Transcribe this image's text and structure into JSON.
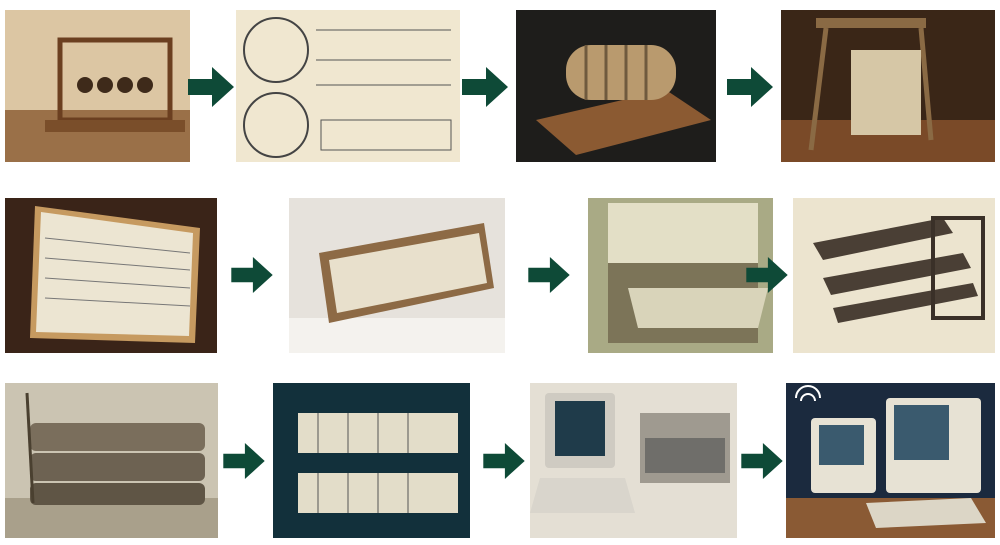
{
  "colors": {
    "arrow": "#0e4a37",
    "background": "#ffffff"
  },
  "rows": [
    {
      "panels": [
        {
          "icon": "gymnasium-rack-photo",
          "bg": "#d9c3a0",
          "fg": "#7a4e2a"
        },
        {
          "icon": "diagram-sheet-photo",
          "bg": "#efe6cf",
          "fg": "#4a4a48"
        },
        {
          "icon": "drum-device-photo",
          "bg": "#1f1e1c",
          "fg": "#b99a6e"
        },
        {
          "icon": "loom-frame-photo",
          "bg": "#3a2617",
          "fg": "#d6c7a6"
        }
      ]
    },
    {
      "panels": [
        {
          "icon": "framed-table-photo",
          "bg": "#3a2418",
          "fg": "#e9e2cf"
        },
        {
          "icon": "desk-panel-photo",
          "bg": "#e6e2dc",
          "fg": "#8d6a45"
        },
        {
          "icon": "outdoor-machine-photo",
          "bg": "#a9aa85",
          "fg": "#e3dfc6"
        },
        {
          "icon": "metal-rail-photo",
          "bg": "#ece4cf",
          "fg": "#4a3f35"
        }
      ]
    },
    {
      "panels": [
        {
          "icon": "log-stack-photo",
          "bg": "#c9c2b0",
          "fg": "#6d6252"
        },
        {
          "icon": "card-racks-photo",
          "bg": "#12303b",
          "fg": "#e3ddc9"
        },
        {
          "icon": "retro-computer-photo",
          "bg": "#e2ddd2",
          "fg": "#6f6e6a"
        },
        {
          "icon": "modern-computer-photo",
          "bg": "#1b2a3e",
          "fg": "#e7e2d4"
        }
      ]
    }
  ]
}
